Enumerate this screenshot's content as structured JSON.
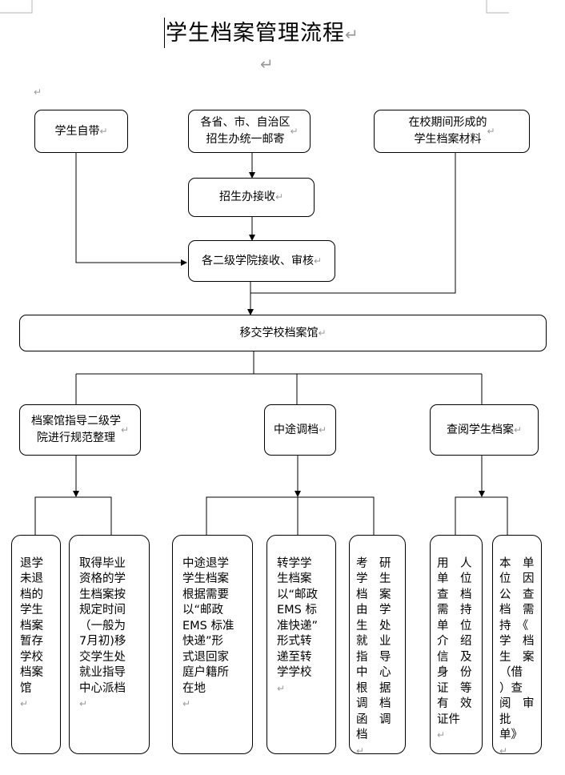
{
  "title": "学生档案管理流程",
  "paragraph_mark": "↵",
  "boxes": {
    "self_carry": "学生自带",
    "mail": "各省、市、自治区\n招生办统一邮寄",
    "school_materials": "在校期间形成的\n学生档案材料",
    "receive": "招生办接收",
    "college_review": "各二级学院接收、审核",
    "transfer": "移交学校档案馆",
    "guide": "档案馆指导二级学\n院进行规范整理",
    "midway": "中途调档",
    "consult": "查阅学生档案"
  },
  "leaves": {
    "a": "退学\n未退\n档的\n学生\n档案\n暂存\n学校\n档案\n馆",
    "b": "取得毕业\n资格的学\n生档案按\n规定时间\n（一般为\n7月初)移\n交学生处\n就业指导\n中心派档",
    "c": "中途退学\n学生档案\n根据需要\n以“邮政\nEMS 标准\n快递”形\n式退回家\n庭户籍所\n在地",
    "d": "转学学\n生档案\n以“邮政\nEMS 标\n准快递”\n形式转\n递至转\n学学校",
    "e": "考　研\n学　生\n档　案\n由　学\n生　处\n就　业\n指　导\n中　心\n根　据\n调　档\n函　调\n档",
    "f": "用　人\n单　位\n查　档\n需　持\n单　位\n介　绍\n信　及\n身　份\n证　等\n有　效\n证件",
    "g": "本　单\n位　因\n公　查\n档　需\n持　《\n学　档\n生　案\n（借\n）查\n阅　审\n批　单》"
  }
}
